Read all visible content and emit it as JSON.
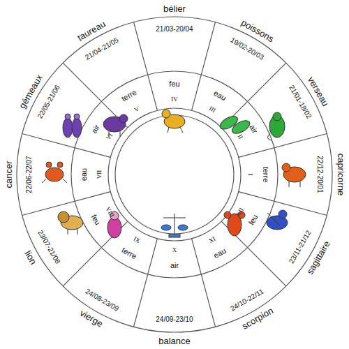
{
  "diagram": {
    "labels": [
      "bélier",
      "21/03-20/04",
      "feu",
      "IV",
      "poissons",
      "19/02-20/03",
      "eau",
      "III",
      "verseau",
      "21/01-18/02",
      "air",
      "II",
      "capricorne",
      "22/12-20/01",
      "terre",
      "I",
      "sagittaire",
      "23/11-21/12",
      "feu",
      "XII",
      "scorpion",
      "24/10-22/11",
      "eau",
      "XI",
      "balance",
      "24/09-23/10",
      "air",
      "X",
      "vierge",
      "24/08-23/09",
      "terre",
      "IX",
      "lion",
      "23/07-21/08",
      "feu",
      "VIII",
      "cancer",
      "22/06-22/07",
      "eau",
      "VII",
      "gémeaux",
      "22/05-21/06",
      "air",
      "VI",
      "taureau",
      "21/04-21/05",
      "terre",
      "V"
    ]
  }
}
